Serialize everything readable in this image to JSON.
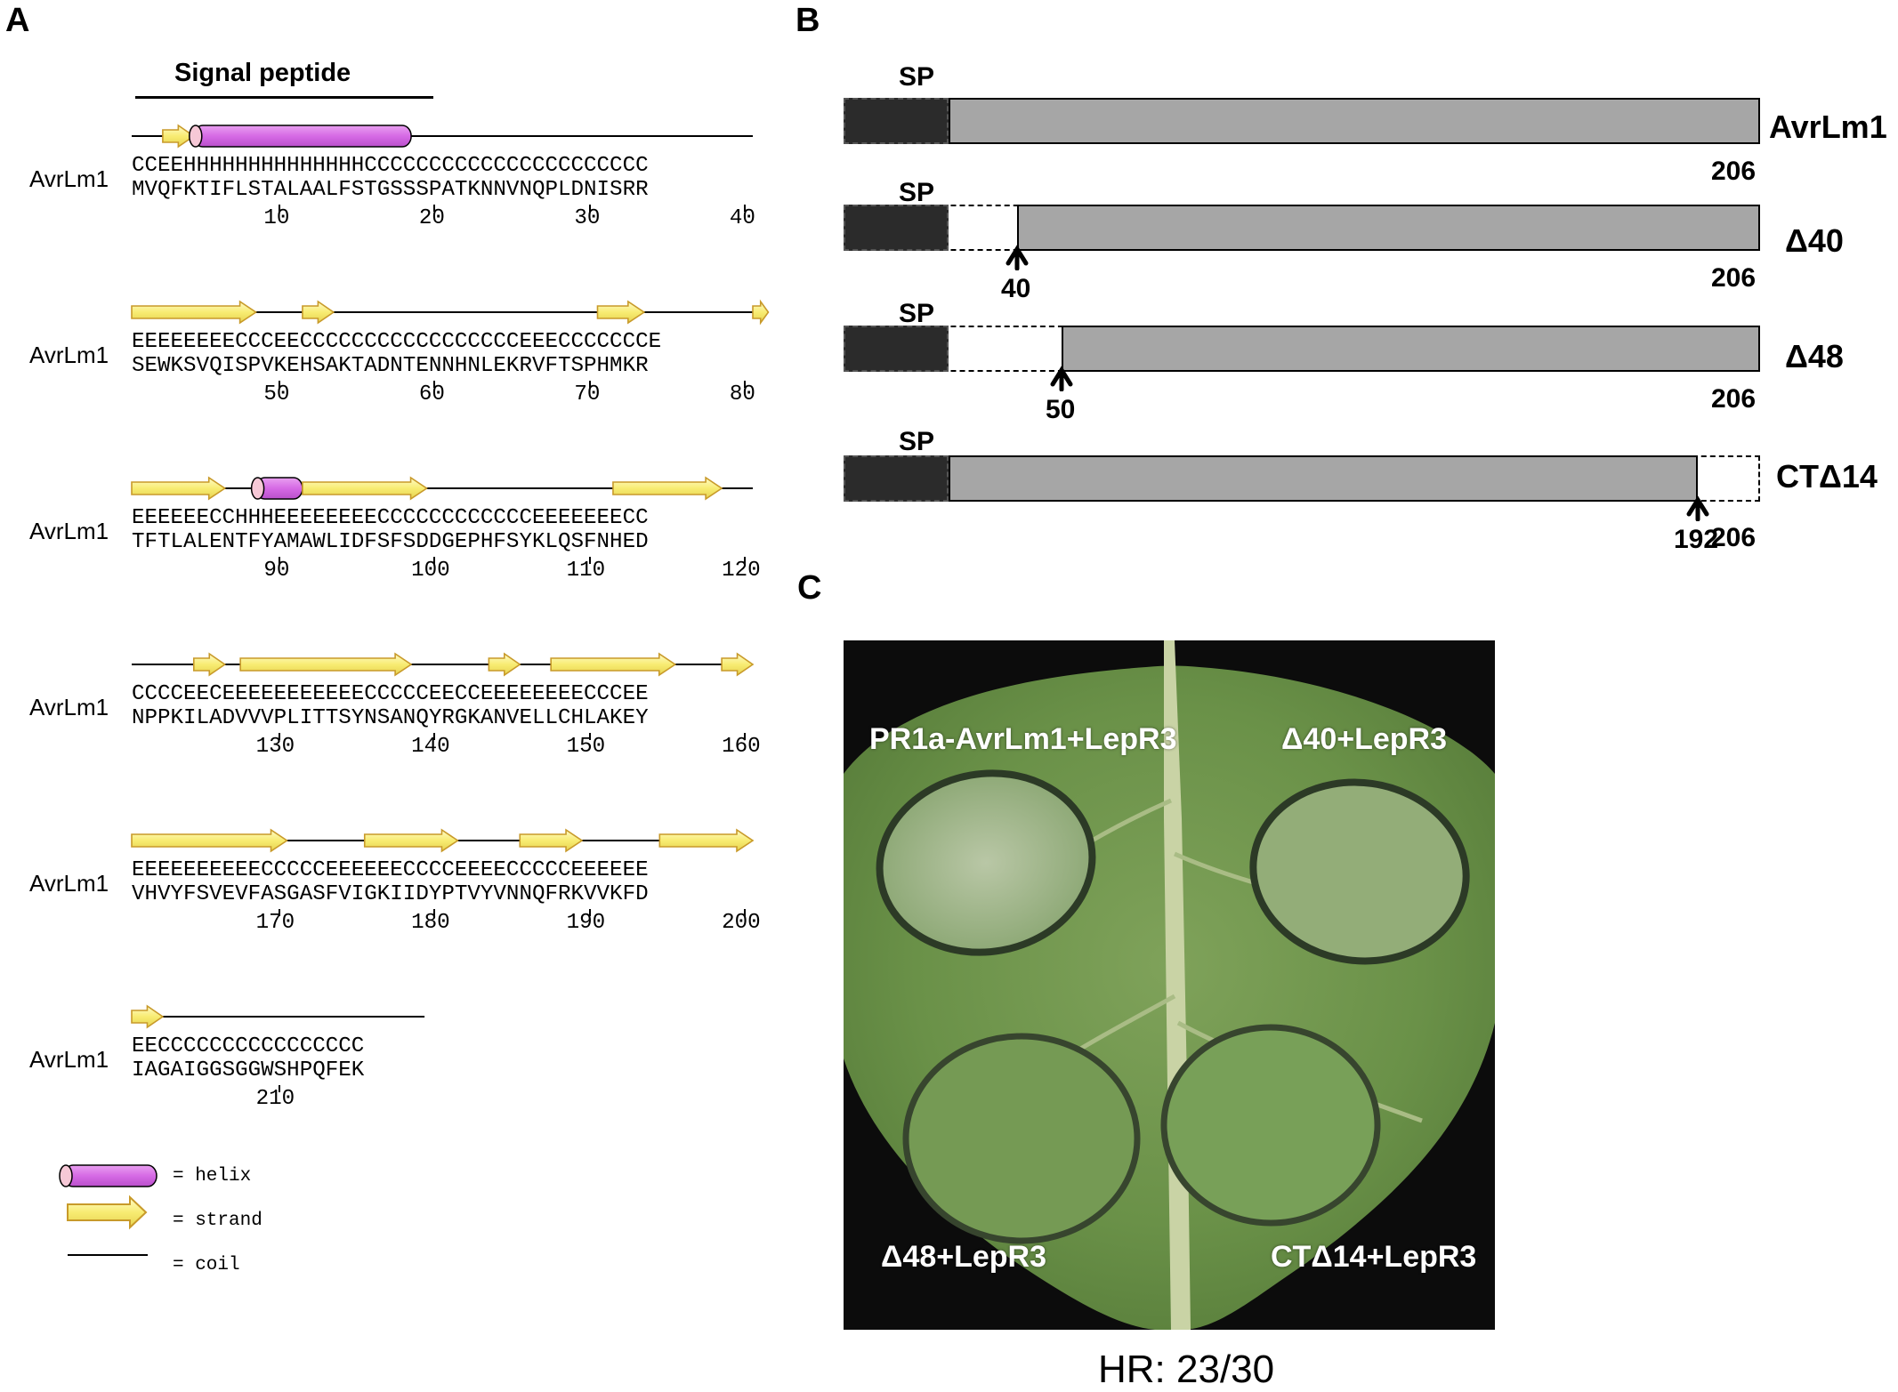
{
  "panels": {
    "a": "A",
    "b": "B",
    "c": "C"
  },
  "panel_a": {
    "signal_peptide_label": "Signal peptide",
    "protein_label": "AvrLm1",
    "blocks": [
      {
        "ss": "CCEEHHHHHHHHHHHHHHCCCCCCCCCCCCCCCCCCCCCC",
        "seq": "MVQFKTIFLSTALAALFSTGSSSPATKNNVNQPLDNISRR",
        "ticks": [
          "10",
          "20",
          "30",
          "40"
        ]
      },
      {
        "ss": "EEEEEEEECCCEECCCCCCCCCCCCCCCCCEEECCCCCCCE",
        "seq": "SEWKSVQISPVKEHSAKTADNTENNHNLEKRVFTSPHMKR",
        "ticks": [
          "50",
          "60",
          "70",
          "80"
        ]
      },
      {
        "ss": "EEEEEECCHHHEEEEEEEECCCCCCCCCCCCEEEEEEECC",
        "seq": "TFTLALENTFYAMAWLIDFSFSDDGEPHFSYKLQSFNHED",
        "ticks": [
          "90",
          "100",
          "110",
          "120"
        ]
      },
      {
        "ss": "CCCCEECEEEEEEEEEEECCCCCEECCEEEEEEEECCCEE",
        "seq": "NPPKILADVVVPLITTSYNSANQYRGKANVELLCHLAKEY",
        "ticks": [
          "130",
          "140",
          "150",
          "160"
        ]
      },
      {
        "ss": "EEEEEEEEEECCCCCEEEEEECCCCEEEECCCCCEEEEEE",
        "seq": "VHVYFSVEVFASGASFVIGKIIDYPTVYVNNQFRKVVKFD",
        "ticks": [
          "170",
          "180",
          "190",
          "200"
        ]
      },
      {
        "ss": "EECCCCCCCCCCCCCCCC",
        "seq": "IAGAIGGSGGWSHPQFEK",
        "ticks": [
          "210"
        ]
      }
    ],
    "legend": {
      "helix": "= helix",
      "strand": "= strand",
      "coil": "= coil"
    },
    "colors": {
      "helix": "#d96ee6",
      "strand": "#fbf28a",
      "coil": "#000000"
    }
  },
  "panel_b": {
    "constructs": [
      {
        "name": "AvrLm1",
        "sp": "SP",
        "end_label": "206",
        "start": 1,
        "end": 206,
        "cut_label": ""
      },
      {
        "name": "Δ40",
        "sp": "SP",
        "end_label": "206",
        "start": 40,
        "end": 206,
        "cut_label": "40"
      },
      {
        "name": "Δ48",
        "sp": "SP",
        "end_label": "206",
        "start": 50,
        "end": 206,
        "cut_label": "50"
      },
      {
        "name": "CTΔ14",
        "sp": "SP",
        "end_label": "206",
        "start": 1,
        "end": 192,
        "cut_label": "192"
      }
    ],
    "colors": {
      "sp": "#2b2b2b",
      "mature": "#a6a6a6"
    }
  },
  "panel_c": {
    "labels": {
      "top_left": "PR1a-AvrLm1+LepR3",
      "top_right": "Δ40+LepR3",
      "bottom_left": "Δ48+LepR3",
      "bottom_right": "CTΔ14+LepR3"
    },
    "caption": "HR: 23/30"
  }
}
